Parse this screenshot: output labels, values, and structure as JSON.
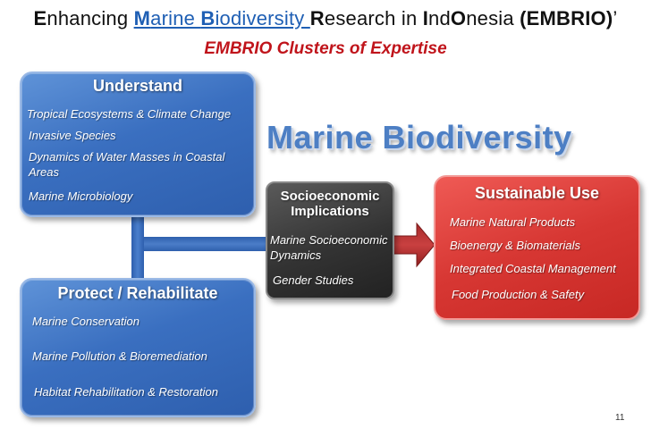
{
  "header": {
    "title_parts": [
      {
        "text": "E",
        "style": "b"
      },
      {
        "text": "nhancing ",
        "style": "seg"
      },
      {
        "text": "M",
        "style": "b link"
      },
      {
        "text": "arine ",
        "style": "seg link"
      },
      {
        "text": "B",
        "style": "b link"
      },
      {
        "text": "iodiversity ",
        "style": "seg link"
      },
      {
        "text": "R",
        "style": "b"
      },
      {
        "text": "esearch in ",
        "style": "seg"
      },
      {
        "text": "I",
        "style": "b"
      },
      {
        "text": "nd",
        "style": "seg"
      },
      {
        "text": "O",
        "style": "b"
      },
      {
        "text": "nesia ",
        "style": "seg"
      },
      {
        "text": "(EMBRIO)",
        "style": "b"
      },
      {
        "text": "’",
        "style": "seg"
      }
    ],
    "subtitle": "EMBRIO Clusters of Expertise"
  },
  "heading": "Marine Biodiversity",
  "understand": {
    "title": "Understand",
    "items": [
      "Tropical Ecosystems & Climate Change",
      "Invasive Species",
      "Dynamics of Water Masses in Coastal Areas",
      "Marine Microbiology"
    ]
  },
  "protect": {
    "title": "Protect / Rehabilitate",
    "items": [
      "Marine Conservation",
      "Marine Pollution & Bioremediation",
      "Habitat Rehabilitation & Restoration"
    ]
  },
  "socio": {
    "title": "Socioeconomic Implications",
    "items": [
      "Marine Socioeconomic Dynamics",
      "Gender Studies"
    ]
  },
  "sustainable": {
    "title": "Sustainable Use",
    "items": [
      "Marine Natural Products",
      "Bioenergy & Biomaterials",
      "Integrated Coastal Management",
      "Food Production & Safety"
    ]
  },
  "page_number": "11",
  "colors": {
    "blue_box": "#3a6fc0",
    "dark_box": "#333333",
    "red_box": "#d73733",
    "subtitle": "#c0141b",
    "heading": "#4d7fc4",
    "link": "#1f5fb4"
  }
}
